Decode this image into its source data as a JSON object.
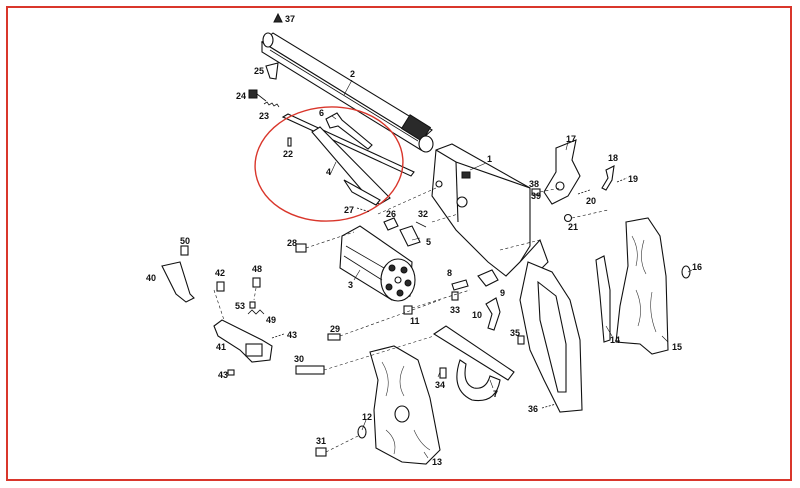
{
  "colors": {
    "frame": "#d9362b",
    "highlight": "#d9362b",
    "ink": "#111111"
  },
  "labels": {
    "p1": "1",
    "p2": "2",
    "p3": "3",
    "p4": "4",
    "p5": "5",
    "p6": "6",
    "p7": "7",
    "p8": "8",
    "p9": "9",
    "p10": "10",
    "p11": "11",
    "p12": "12",
    "p13": "13",
    "p14": "14",
    "p15": "15",
    "p16": "16",
    "p17": "17",
    "p18": "18",
    "p19": "19",
    "p20": "20",
    "p21": "21",
    "p22": "22",
    "p23": "23",
    "p24": "24",
    "p25": "25",
    "p26": "26",
    "p27": "27",
    "p28": "28",
    "p29": "29",
    "p30": "30",
    "p31": "31",
    "p32": "32",
    "p33": "33",
    "p34": "34",
    "p35": "35",
    "p36": "36",
    "p37": "37",
    "p38": "38",
    "p39": "39",
    "p40": "40",
    "p41": "41",
    "p42": "42",
    "p43a": "43",
    "p43b": "43",
    "p48": "48",
    "p49": "49",
    "p50": "50",
    "p53": "53"
  }
}
